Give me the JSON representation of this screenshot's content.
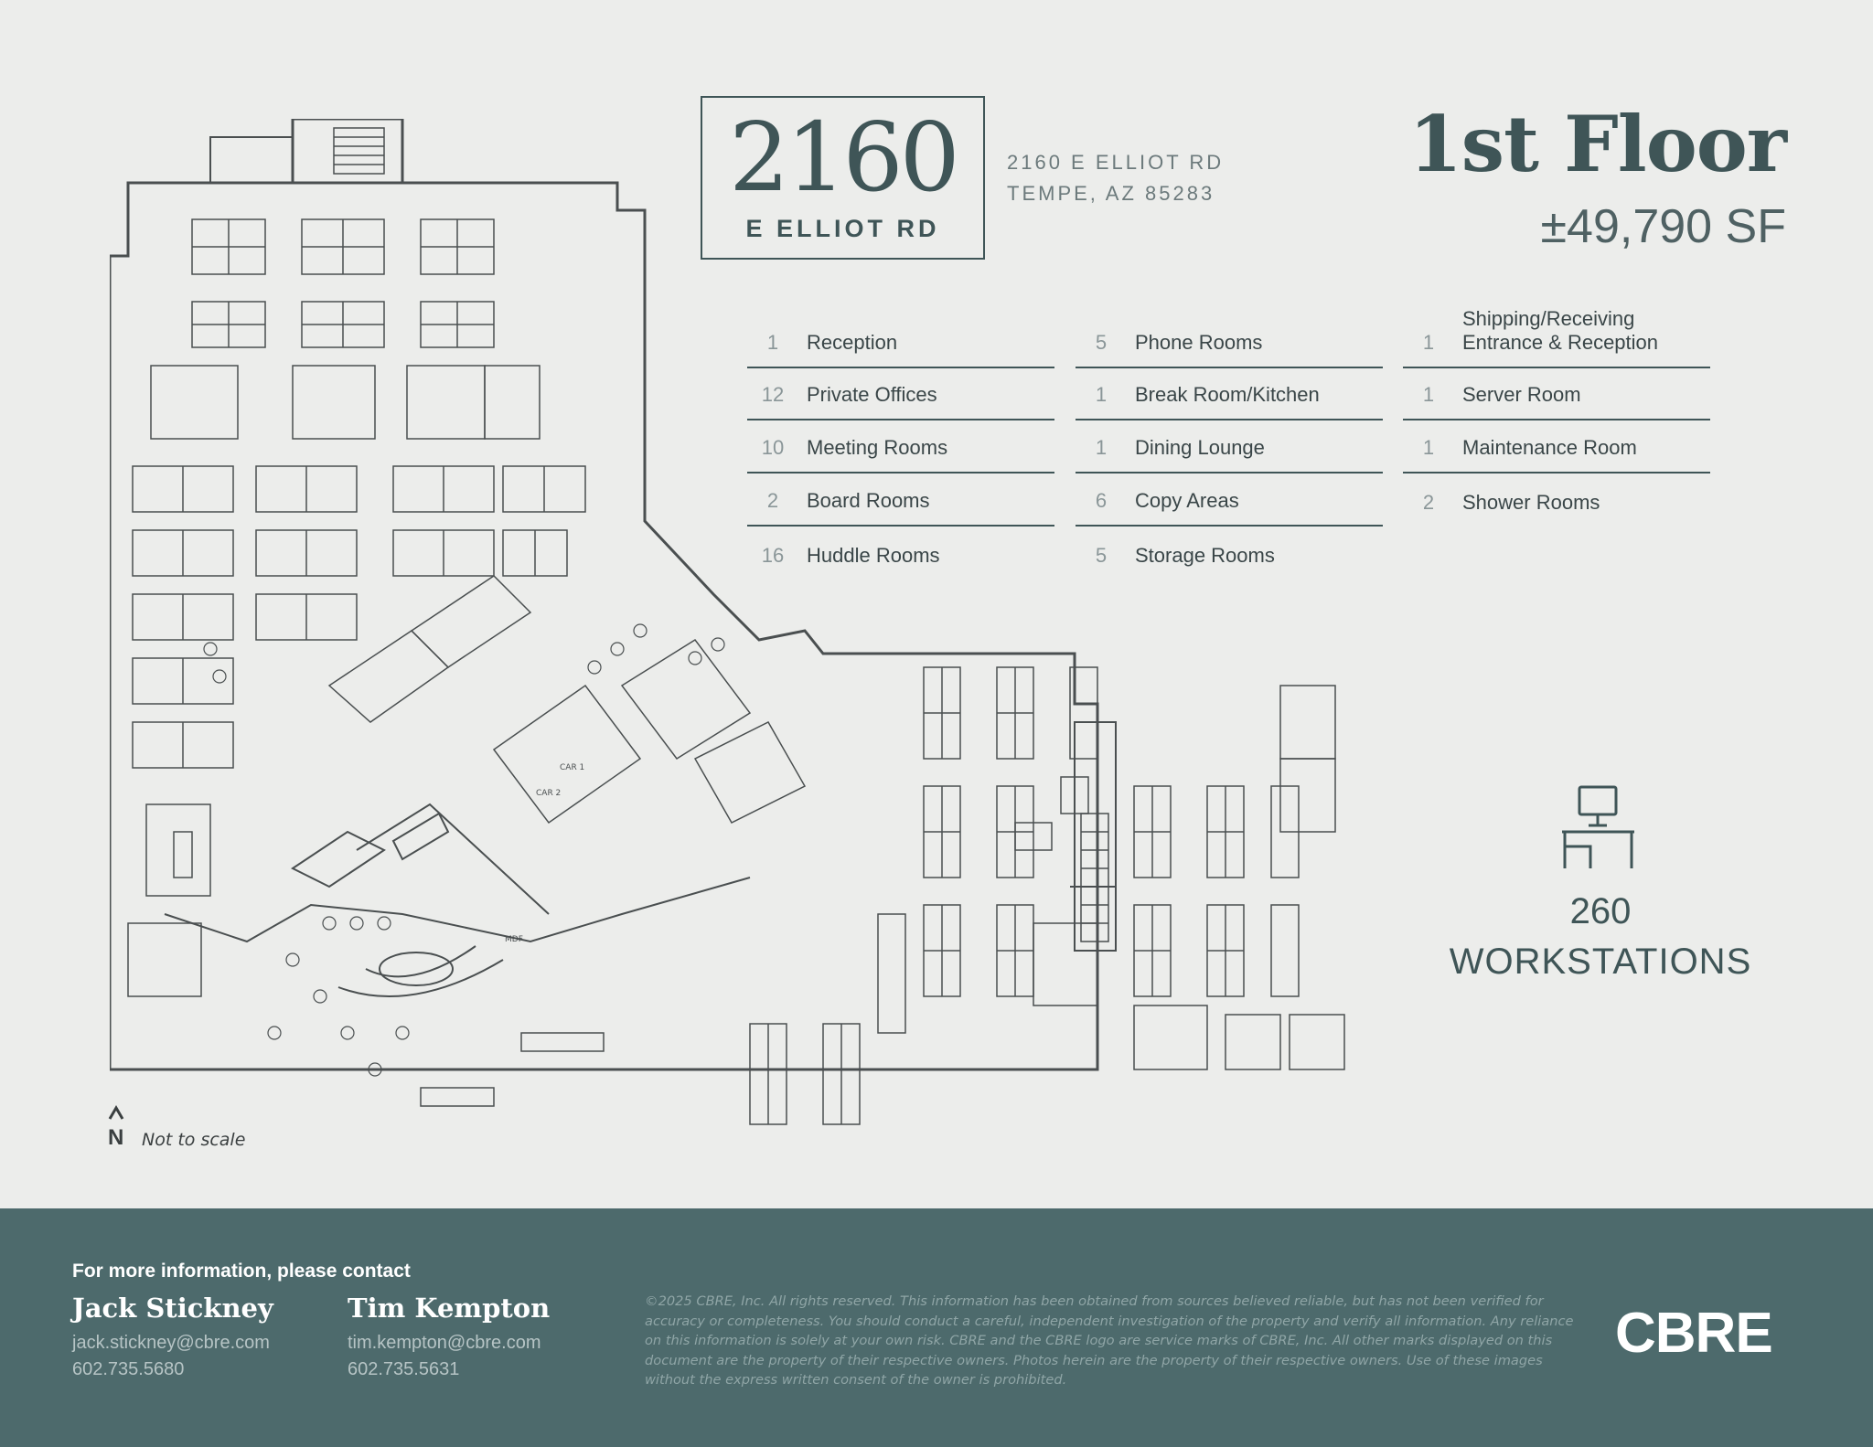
{
  "logo": {
    "number": "2160",
    "street": "E ELLIOT RD"
  },
  "address": {
    "line1": "2160 E ELLIOT RD",
    "line2": "TEMPE, AZ 85283"
  },
  "floor": {
    "title": "1st Floor",
    "square_feet": "±49,790 SF"
  },
  "amenities": {
    "columns": [
      [
        {
          "count": "1",
          "label": "Reception"
        },
        {
          "count": "12",
          "label": "Private Offices"
        },
        {
          "count": "10",
          "label": "Meeting Rooms"
        },
        {
          "count": "2",
          "label": "Board Rooms"
        },
        {
          "count": "16",
          "label": "Huddle Rooms"
        }
      ],
      [
        {
          "count": "5",
          "label": "Phone Rooms"
        },
        {
          "count": "1",
          "label": "Break Room/Kitchen"
        },
        {
          "count": "1",
          "label": "Dining Lounge"
        },
        {
          "count": "6",
          "label": "Copy Areas"
        },
        {
          "count": "5",
          "label": "Storage Rooms"
        }
      ],
      [
        {
          "count": "1",
          "label": "Shipping/Receiving Entrance & Reception"
        },
        {
          "count": "1",
          "label": "Server Room"
        },
        {
          "count": "1",
          "label": "Maintenance Room"
        },
        {
          "count": "2",
          "label": "Shower Rooms"
        }
      ]
    ]
  },
  "workstations": {
    "count": "260",
    "label": "WORKSTATIONS",
    "icon": "desk-computer-icon"
  },
  "plan": {
    "scale_note": "Not to scale",
    "north_letter": "N",
    "labels": {
      "mdf": "MDF",
      "car1": "CAR 1",
      "car2": "CAR 2"
    }
  },
  "footer": {
    "heading": "For more information, please contact",
    "contacts": [
      {
        "name": "Jack Stickney",
        "email": "jack.stickney@cbre.com",
        "phone": "602.735.5680"
      },
      {
        "name": "Tim Kempton",
        "email": "tim.kempton@cbre.com",
        "phone": "602.735.5631"
      }
    ],
    "disclaimer": "©2025 CBRE, Inc. All rights reserved. This information has been obtained from sources believed reliable, but has not been verified for accuracy or completeness. You should conduct a careful, independent investigation of the property and verify all information. Any reliance on this information is solely at your own risk. CBRE and the CBRE logo are service marks of CBRE, Inc. All other marks displayed on this document are the property of their respective owners. Photos herein are the property of their respective owners. Use of these images without the express written consent of the owner is prohibited.",
    "brand": "CBRE"
  },
  "colors": {
    "accent": "#3f5557",
    "footer_bg": "#4d6a6c",
    "background": "#ecedeb"
  }
}
